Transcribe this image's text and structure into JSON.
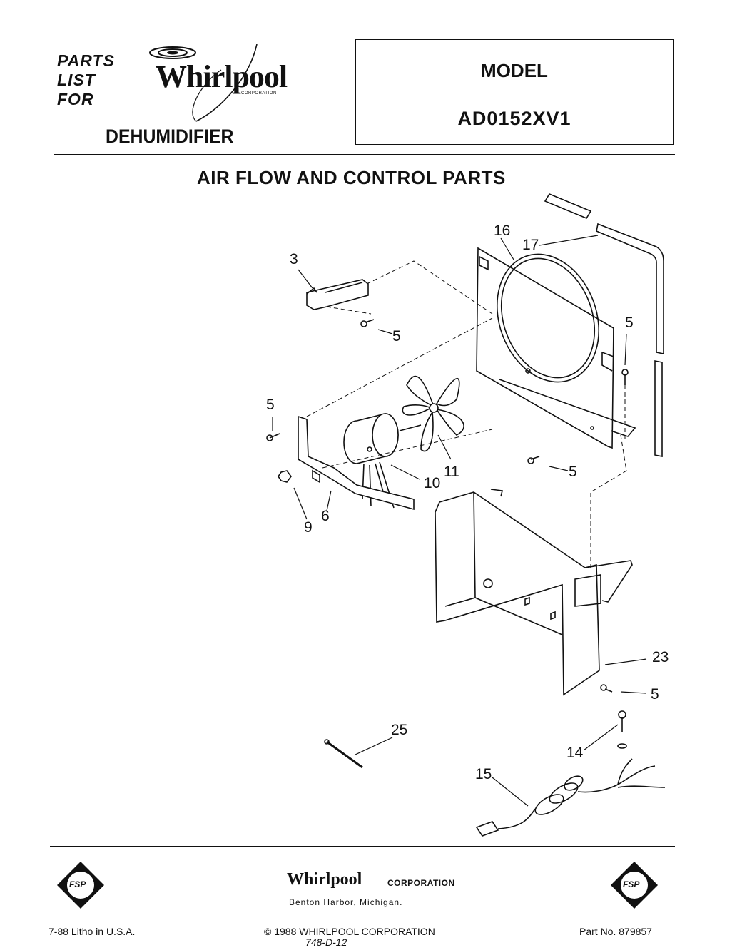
{
  "header": {
    "parts_list_lines": [
      "PARTS",
      "LIST",
      "FOR"
    ],
    "brand": "Whirlpool",
    "brand_sub": "CORPORATION",
    "product": "DEHUMIDIFIER",
    "model_label": "MODEL",
    "model_number": "AD0152XV1"
  },
  "section_title": "AIR FLOW AND CONTROL PARTS",
  "callouts": {
    "c3": "3",
    "c5a": "5",
    "c16": "16",
    "c17": "17",
    "c5b": "5",
    "c5c": "5",
    "c11": "11",
    "c5d": "5",
    "c10": "10",
    "c9": "9",
    "c6": "6",
    "c23": "23",
    "c5e": "5",
    "c25": "25",
    "c14": "14",
    "c15": "15"
  },
  "footer": {
    "brand": "Whirlpool",
    "brand_sub": "CORPORATION",
    "city": "Benton Harbor, Michigan.",
    "fsp": "FSP",
    "litho": "7-88 Litho in U.S.A.",
    "copyright": "© 1988 WHIRLPOOL CORPORATION",
    "code": "748-D-12",
    "part_no": "Part No. 879857"
  }
}
